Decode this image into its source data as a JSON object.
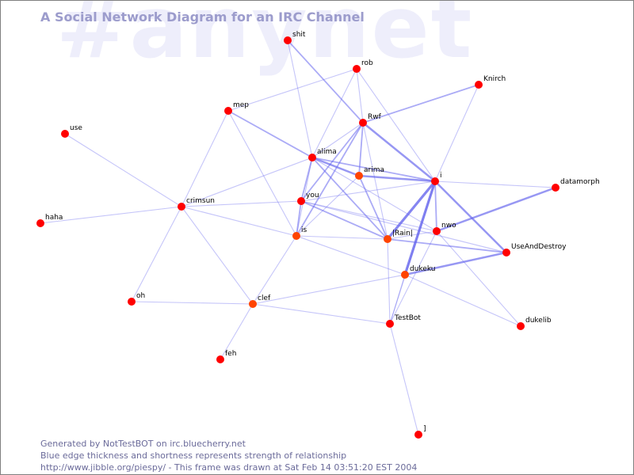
{
  "channel": "#anynet",
  "title": "A Social Network Diagram for an IRC Channel",
  "footer": {
    "generated_by": "Generated by NotTestBOT on irc.bluecherry.net",
    "legend": "Blue edge thickness and shortness represents strength of relationship",
    "source": "http://www.jibble.org/piespy/ - This frame was drawn at Sat Feb 14 03:51:20 EST 2004"
  },
  "colors": {
    "edge": "#6666ee",
    "node_default": "#ff0000",
    "node_active": "#ff4400",
    "title": "#9c9ccc",
    "watermark": "#eeeefb",
    "footer": "#6b6b9a"
  },
  "nodes": [
    {
      "id": "shit",
      "label": "shit",
      "active": false
    },
    {
      "id": "rob",
      "label": "rob",
      "active": false
    },
    {
      "id": "Knirch",
      "label": "Knirch",
      "active": false
    },
    {
      "id": "mep",
      "label": "mep",
      "active": false
    },
    {
      "id": "Rwf",
      "label": "Rwf",
      "active": false
    },
    {
      "id": "use",
      "label": "use",
      "active": false
    },
    {
      "id": "alima",
      "label": "alima",
      "active": false
    },
    {
      "id": "arima",
      "label": "arima",
      "active": true
    },
    {
      "id": "i",
      "label": "i",
      "active": false
    },
    {
      "id": "datamorph",
      "label": "datamorph",
      "active": false
    },
    {
      "id": "you",
      "label": "you",
      "active": false
    },
    {
      "id": "crimsun",
      "label": "crimsun",
      "active": false
    },
    {
      "id": "haha",
      "label": "haha",
      "active": false
    },
    {
      "id": "nwo",
      "label": "nwo",
      "active": false
    },
    {
      "id": "is",
      "label": "is",
      "active": true
    },
    {
      "id": "Rain",
      "label": "|Rain|",
      "active": true
    },
    {
      "id": "UseAndDestroy",
      "label": "UseAndDestroy",
      "active": false
    },
    {
      "id": "dukeku",
      "label": "dukeku",
      "active": true
    },
    {
      "id": "oh",
      "label": "oh",
      "active": false
    },
    {
      "id": "clef",
      "label": "clef",
      "active": true
    },
    {
      "id": "TestBot",
      "label": "TestBot",
      "active": false
    },
    {
      "id": "dukelib",
      "label": "dukelib",
      "active": false
    },
    {
      "id": "feh",
      "label": "feh",
      "active": false
    },
    {
      "id": "bracket",
      "label": "]",
      "active": false
    }
  ],
  "edges": [
    {
      "from": "shit",
      "to": "Rwf",
      "strength": 2
    },
    {
      "from": "shit",
      "to": "alima",
      "strength": 1
    },
    {
      "from": "rob",
      "to": "mep",
      "strength": 1
    },
    {
      "from": "rob",
      "to": "Rwf",
      "strength": 1
    },
    {
      "from": "rob",
      "to": "i",
      "strength": 1
    },
    {
      "from": "rob",
      "to": "alima",
      "strength": 1
    },
    {
      "from": "Knirch",
      "to": "Rwf",
      "strength": 2
    },
    {
      "from": "Knirch",
      "to": "i",
      "strength": 1
    },
    {
      "from": "mep",
      "to": "alima",
      "strength": 2
    },
    {
      "from": "mep",
      "to": "crimsun",
      "strength": 1
    },
    {
      "from": "mep",
      "to": "is",
      "strength": 1
    },
    {
      "from": "Rwf",
      "to": "i",
      "strength": 3
    },
    {
      "from": "Rwf",
      "to": "arima",
      "strength": 2
    },
    {
      "from": "Rwf",
      "to": "alima",
      "strength": 1
    },
    {
      "from": "Rwf",
      "to": "you",
      "strength": 2
    },
    {
      "from": "Rwf",
      "to": "is",
      "strength": 2
    },
    {
      "from": "Rwf",
      "to": "Rain",
      "strength": 1
    },
    {
      "from": "use",
      "to": "crimsun",
      "strength": 1
    },
    {
      "from": "alima",
      "to": "arima",
      "strength": 3
    },
    {
      "from": "alima",
      "to": "i",
      "strength": 2
    },
    {
      "from": "alima",
      "to": "you",
      "strength": 2
    },
    {
      "from": "alima",
      "to": "crimsun",
      "strength": 1
    },
    {
      "from": "alima",
      "to": "Rain",
      "strength": 2
    },
    {
      "from": "alima",
      "to": "nwo",
      "strength": 1
    },
    {
      "from": "alima",
      "to": "is",
      "strength": 1
    },
    {
      "from": "arima",
      "to": "i",
      "strength": 3
    },
    {
      "from": "arima",
      "to": "Rain",
      "strength": 2
    },
    {
      "from": "arima",
      "to": "is",
      "strength": 1
    },
    {
      "from": "i",
      "to": "Rain",
      "strength": 4
    },
    {
      "from": "i",
      "to": "dukeku",
      "strength": 4
    },
    {
      "from": "i",
      "to": "nwo",
      "strength": 2
    },
    {
      "from": "i",
      "to": "UseAndDestroy",
      "strength": 3
    },
    {
      "from": "i",
      "to": "datamorph",
      "strength": 1
    },
    {
      "from": "i",
      "to": "TestBot",
      "strength": 1
    },
    {
      "from": "i",
      "to": "you",
      "strength": 1
    },
    {
      "from": "datamorph",
      "to": "nwo",
      "strength": 3
    },
    {
      "from": "you",
      "to": "crimsun",
      "strength": 1
    },
    {
      "from": "you",
      "to": "Rain",
      "strength": 2
    },
    {
      "from": "you",
      "to": "nwo",
      "strength": 1
    },
    {
      "from": "you",
      "to": "is",
      "strength": 2
    },
    {
      "from": "you",
      "to": "UseAndDestroy",
      "strength": 1
    },
    {
      "from": "crimsun",
      "to": "haha",
      "strength": 1
    },
    {
      "from": "crimsun",
      "to": "is",
      "strength": 1
    },
    {
      "from": "crimsun",
      "to": "oh",
      "strength": 1
    },
    {
      "from": "crimsun",
      "to": "clef",
      "strength": 1
    },
    {
      "from": "is",
      "to": "Rain",
      "strength": 1
    },
    {
      "from": "is",
      "to": "clef",
      "strength": 1
    },
    {
      "from": "is",
      "to": "dukeku",
      "strength": 1
    },
    {
      "from": "Rain",
      "to": "UseAndDestroy",
      "strength": 2
    },
    {
      "from": "Rain",
      "to": "TestBot",
      "strength": 1
    },
    {
      "from": "Rain",
      "to": "nwo",
      "strength": 1
    },
    {
      "from": "nwo",
      "to": "dukelib",
      "strength": 1
    },
    {
      "from": "nwo",
      "to": "TestBot",
      "strength": 1
    },
    {
      "from": "UseAndDestroy",
      "to": "dukeku",
      "strength": 3
    },
    {
      "from": "dukeku",
      "to": "clef",
      "strength": 1
    },
    {
      "from": "dukeku",
      "to": "TestBot",
      "strength": 1
    },
    {
      "from": "dukeku",
      "to": "dukelib",
      "strength": 1
    },
    {
      "from": "oh",
      "to": "clef",
      "strength": 1
    },
    {
      "from": "clef",
      "to": "feh",
      "strength": 1
    },
    {
      "from": "clef",
      "to": "TestBot",
      "strength": 1
    },
    {
      "from": "TestBot",
      "to": "bracket",
      "strength": 1
    }
  ]
}
